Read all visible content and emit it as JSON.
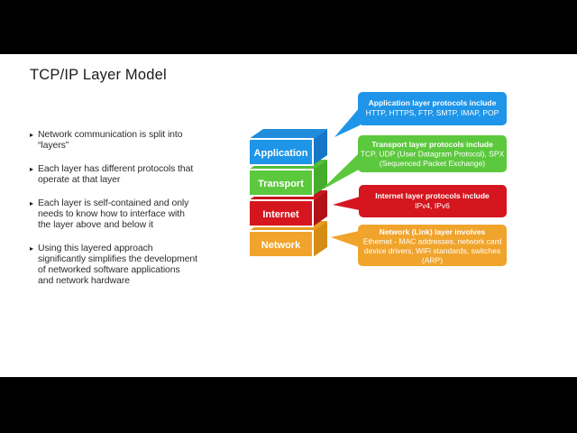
{
  "slide": {
    "title": "TCP/IP Layer Model",
    "bullet_icon": "▸",
    "bullets": [
      "Network communication is split into\n“layers”",
      "Each layer has different protocols that\noperate at that layer",
      "Each layer is self-contained and only\nneeds to know how to interface with\nthe layer above and below it",
      "Using this layered approach\nsignificantly simplifies the development\nof networked software applications\nand network hardware"
    ]
  },
  "stack": {
    "layers": [
      {
        "label": "Application",
        "front": "#1E95E8",
        "side": "#1677C8",
        "top": "#1F8CDC"
      },
      {
        "label": "Transport",
        "front": "#5CC83E",
        "side": "#45AD2B",
        "top": "#54BE38"
      },
      {
        "label": "Internet",
        "front": "#D5161E",
        "side": "#B01218",
        "top": "#C91319"
      },
      {
        "label": "Network",
        "front": "#F0A42C",
        "side": "#D68D15",
        "top": "#E79C22"
      }
    ]
  },
  "callouts": [
    {
      "color": "#1E95E8",
      "title": "Application layer protocols include",
      "lines": [
        "HTTP, HTTPS, FTP, SMTP, IMAP, POP"
      ]
    },
    {
      "color": "#5CC83E",
      "title": "Transport layer protocols include",
      "lines": [
        "TCP, UDP (User Datagram Protocol), SPX",
        "(Sequenced Packet Exchange)"
      ]
    },
    {
      "color": "#D5161E",
      "title": "Internet layer protocols include",
      "lines": [
        "IPv4, IPv6"
      ]
    },
    {
      "color": "#F0A42C",
      "title": "Network (Link) layer involves",
      "lines": [
        "Ethernet - MAC addresses, network card",
        "device drivers, WiFi standards, switches",
        "(ARP)"
      ]
    }
  ]
}
